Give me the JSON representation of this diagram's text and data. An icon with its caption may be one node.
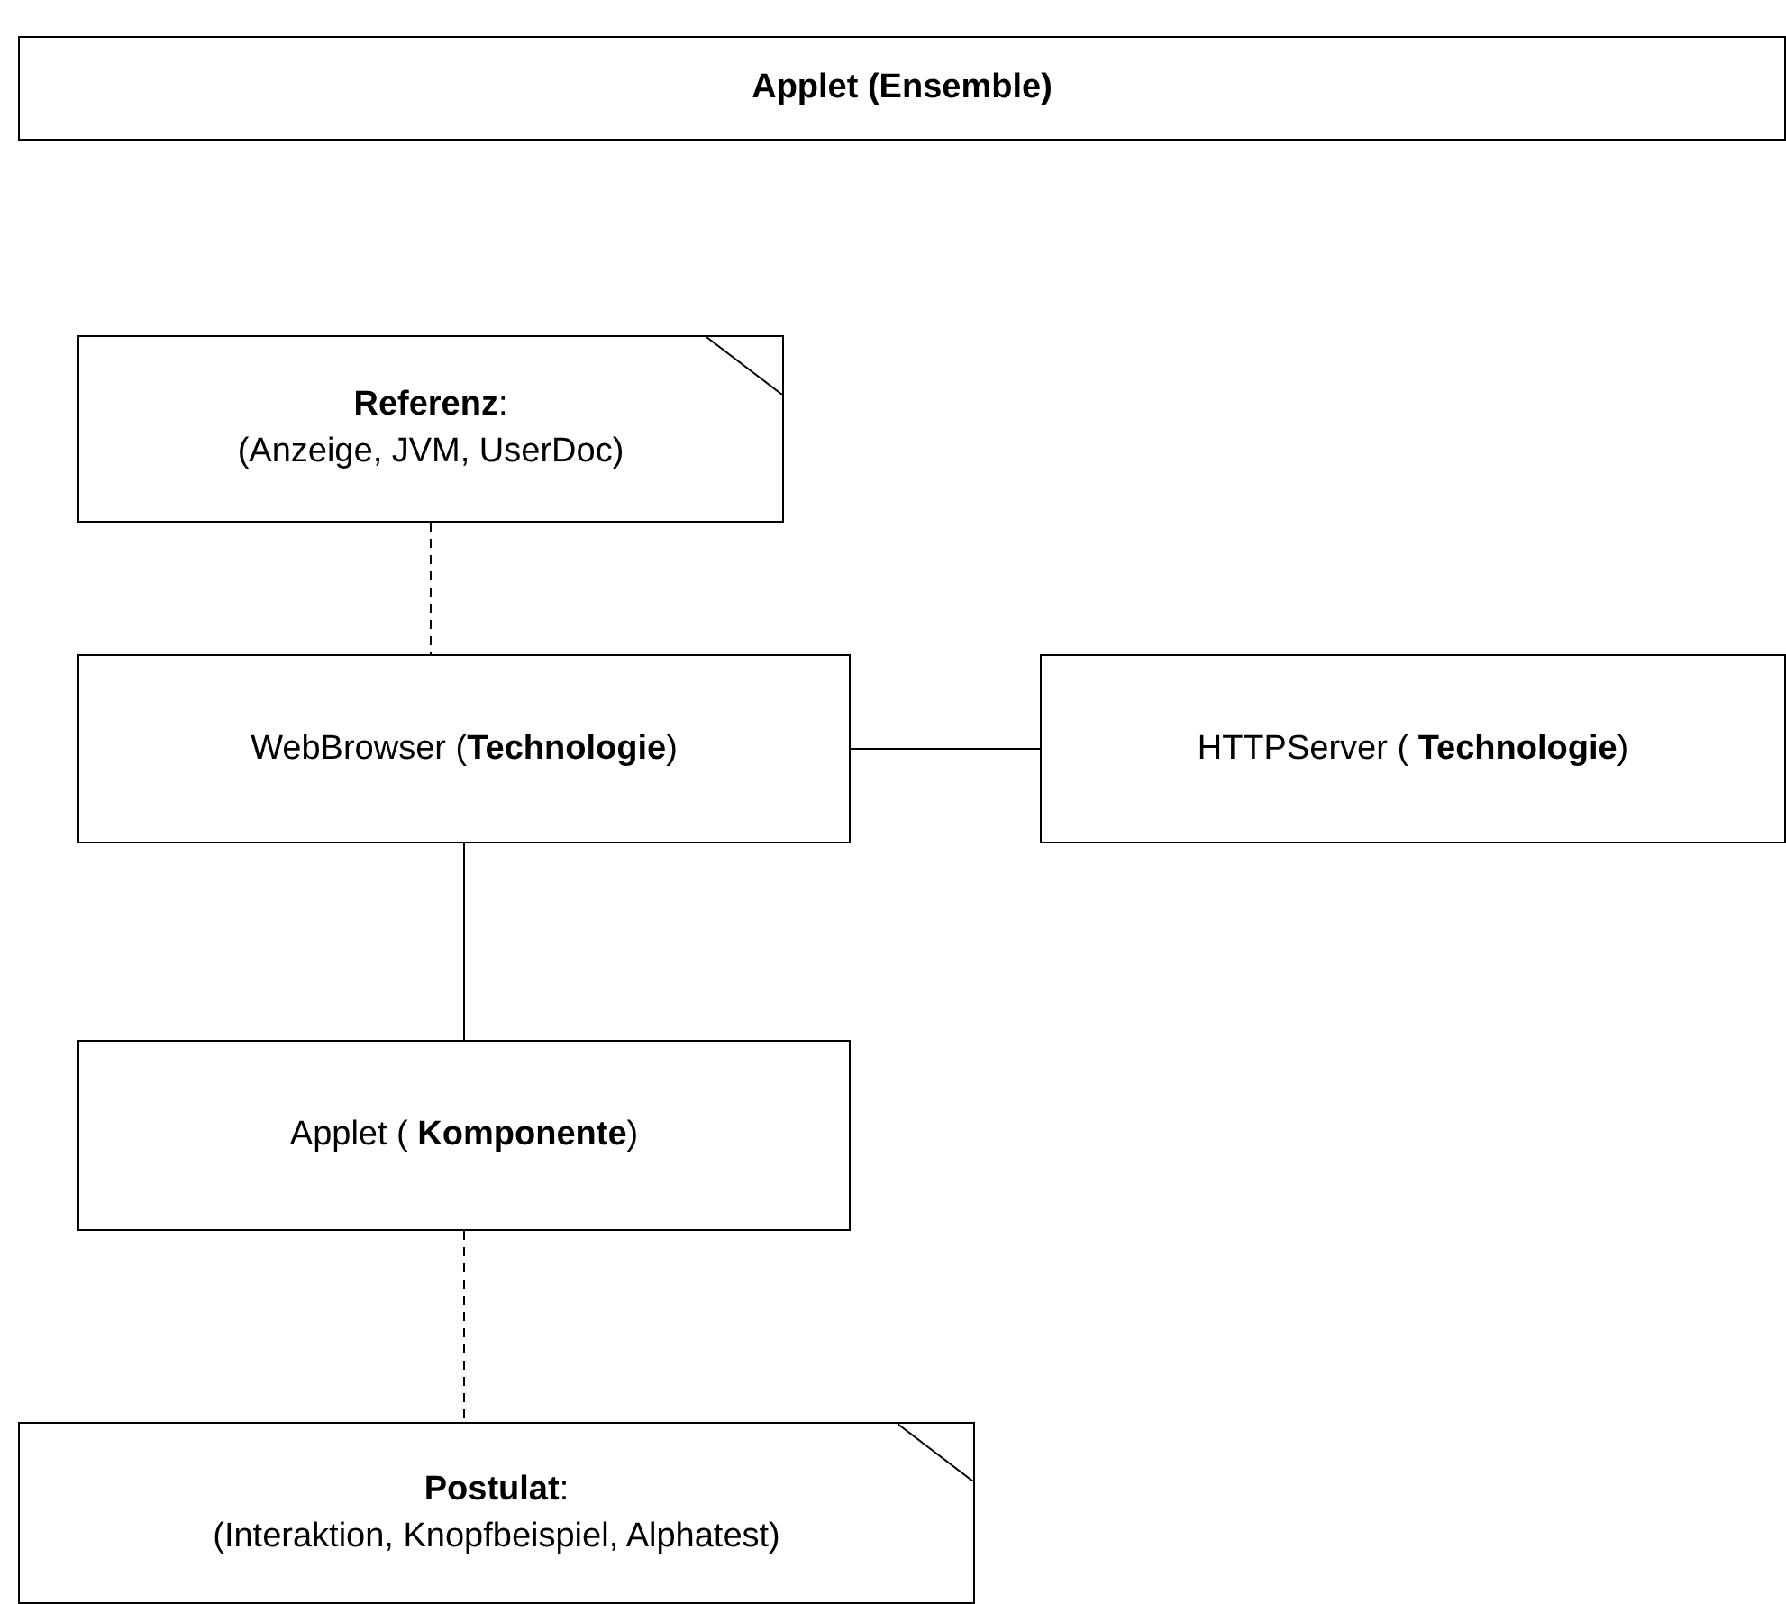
{
  "diagram": {
    "nodes": [
      {
        "text": [
          "Applet (Ensemble)"
        ]
      },
      {
        "text": [
          "**Referenz**:",
          "(Anzeige, JVM, UserDoc)"
        ]
      },
      {
        "text": [
          "WebBrowser (**Technologie**)"
        ]
      },
      {
        "text": [
          "HTTPServer ( **Technologie**)"
        ]
      },
      {
        "text": [
          "Applet ( **Komponente**)"
        ]
      },
      {
        "text": [
          "**Postulat**:",
          "(Interaktion, Knopfbeispiel, Alphatest)"
        ]
      }
    ],
    "edges": [
      {
        "from": 1,
        "to": 2,
        "arrow": "none",
        "style": "dashed"
      },
      {
        "from": 2,
        "to": 3,
        "arrow": "none"
      },
      {
        "from": 2,
        "to": 4,
        "arrow": "none"
      },
      {
        "from": 4,
        "to": 5,
        "arrow": "none",
        "style": "dashed"
      }
    ]
  }
}
